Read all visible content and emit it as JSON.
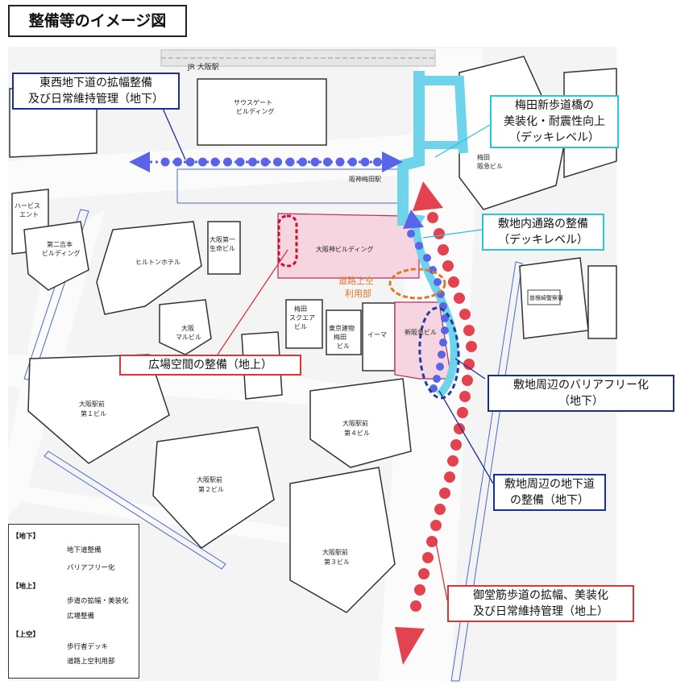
{
  "title": "整備等のイメージ図",
  "callouts": {
    "east_west": [
      "東西地下道の拡幅整備",
      "及び日常維持管理（地下）"
    ],
    "umeda_bridge": [
      "梅田新歩道橋の",
      "美装化・耐震性向上",
      "（デッキレベル）"
    ],
    "site_passage": [
      "敷地内通路の整備",
      "（デッキレベル）"
    ],
    "barrier_free": [
      "敷地周辺のバリアフリー化",
      "（地下）"
    ],
    "underground_road": [
      "敷地周辺の地下道",
      "の整備（地下）"
    ],
    "plaza": [
      "広場空間の整備（地上）"
    ],
    "midosuji": [
      "御堂筋歩道の拡幅、美装化",
      "及び日常維持管理（地上）"
    ]
  },
  "map_labels": {
    "jr_osaka": "JR 大阪駅",
    "south_gate": [
      "サウスゲート",
      "ビルディング"
    ],
    "hanshin_umeda": "阪神梅田駅",
    "umeda_hankyu": [
      "梅田",
      "阪急ビル"
    ],
    "herbis": [
      "ハービス",
      "エント"
    ],
    "daini_yoshimoto": [
      "第二吉本",
      "ビルディング"
    ],
    "hilton": "ヒルトンホテル",
    "osaka_daiichi": [
      "大阪第一",
      "生命ビル"
    ],
    "osaka_shin": "大阪神ビルディング",
    "road_air": [
      "道路上空",
      "利用部"
    ],
    "maru_bldg": [
      "大阪",
      "マルビル"
    ],
    "umeda_square": [
      "梅田",
      "スクエア",
      "ビル"
    ],
    "tokyo_tatemono": [
      "東京建物",
      "梅田",
      "ビル"
    ],
    "eema": "イーマ",
    "shin_hankyu": "新阪急ビル",
    "sonezaki": "曽根崎警察署",
    "ekimae1": [
      "大阪駅前",
      "第１ビル"
    ],
    "ekimae2": [
      "大阪駅前",
      "第２ビル"
    ],
    "ekimae3": [
      "大阪駅前",
      "第３ビル"
    ],
    "ekimae4": [
      "大阪駅前",
      "第４ビル"
    ]
  },
  "legend": {
    "chika": "【地下】",
    "chika_road": "地下道整備",
    "barrier": "バリアフリー化",
    "chijo": "【地上】",
    "sidewalk": "歩道の拡幅・美装化",
    "plaza": "広場整備",
    "jokuu": "【上空】",
    "deck": "歩行者デッキ",
    "road_air_use": "道路上空利用部"
  },
  "colors": {
    "underground": "#5a64e6",
    "ground": "#e2434f",
    "deck": "#6fd3ea",
    "road_air": "#e0782a",
    "site_pink": "#f6d4e0",
    "callout_blue": "#1c2f8f",
    "callout_cyan": "#2bc4d8",
    "callout_red": "#d9363a"
  }
}
